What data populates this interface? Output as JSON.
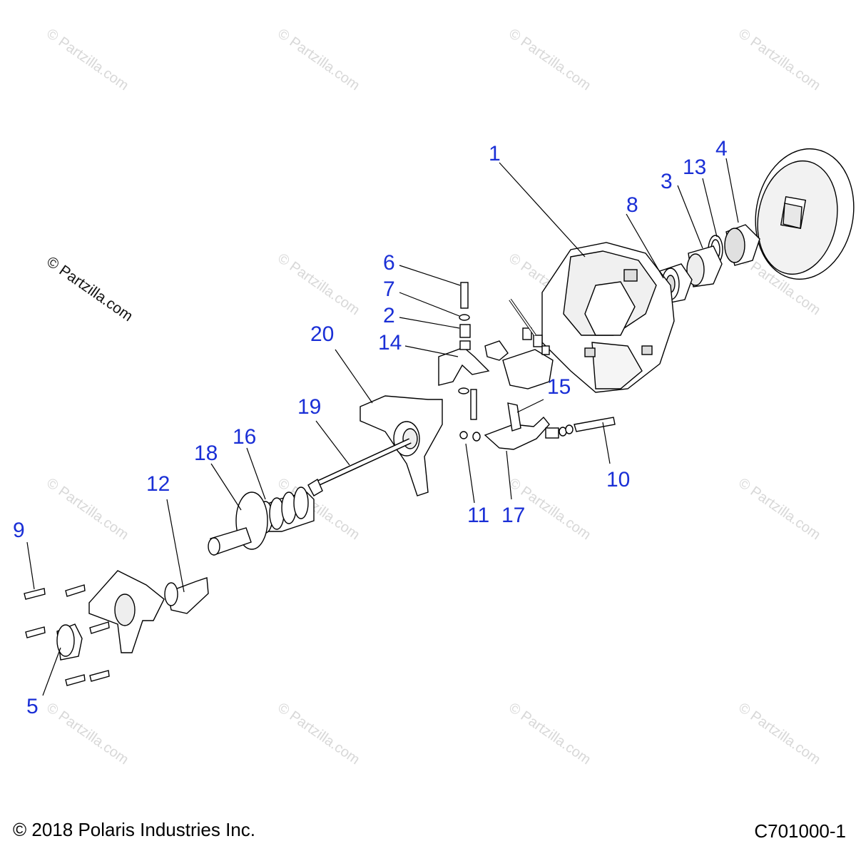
{
  "watermark_text": "© Partzilla.com",
  "copyright": "© 2018 Polaris Industries Inc.",
  "diagram_code": "C701000-1",
  "callouts": [
    "1",
    "2",
    "3",
    "4",
    "5",
    "6",
    "7",
    "8",
    "9",
    "10",
    "11",
    "12",
    "13",
    "14",
    "15",
    "16",
    "17",
    "18",
    "19",
    "20"
  ],
  "colors": {
    "callout": "#1a2fd6",
    "line": "#000000",
    "watermark": "#d6d6d6"
  }
}
